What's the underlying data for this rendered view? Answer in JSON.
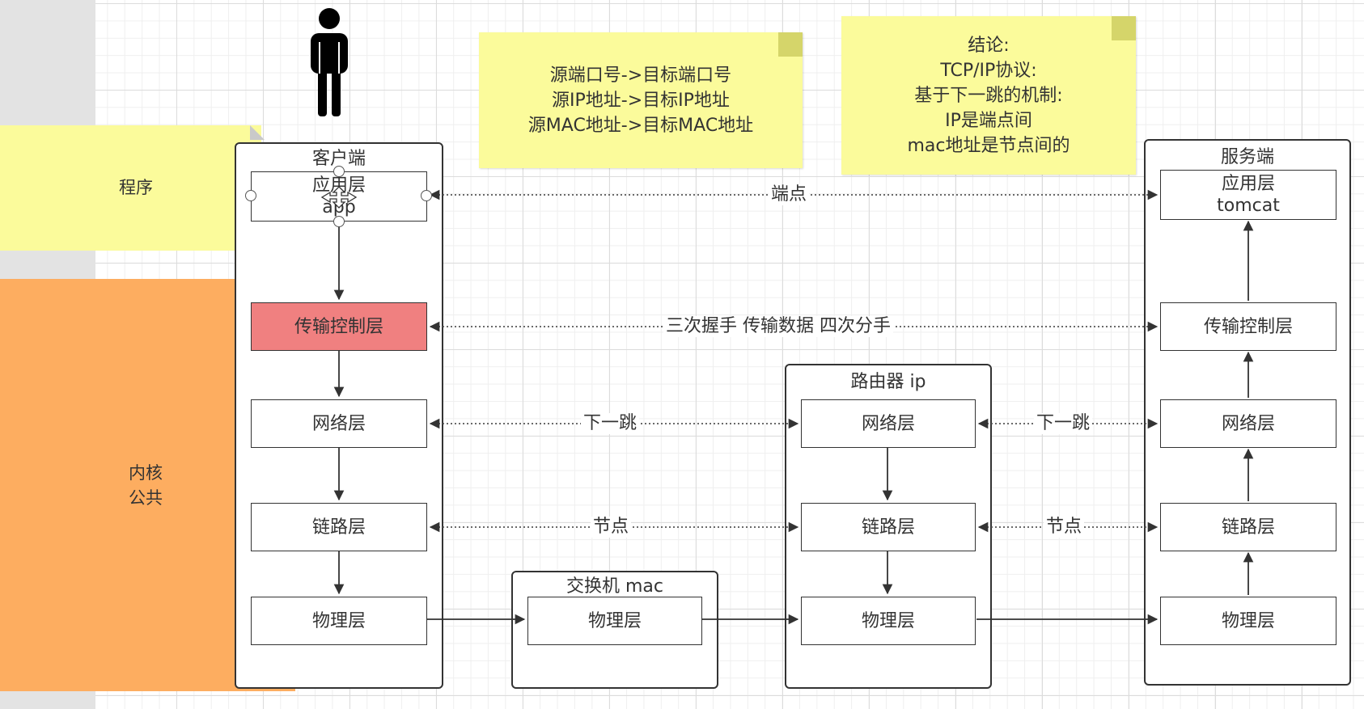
{
  "bands": {
    "program_label": "程序",
    "kernel_label": "内核\n公共"
  },
  "notes": {
    "address_mapping": "源端口号->目标端口号\n源IP地址->目标IP地址\n源MAC地址->目标MAC地址",
    "conclusion": "结论:\nTCP/IP协议:\n基于下一跳的机制:\nIP是端点间\nmac地址是节点间的"
  },
  "client": {
    "title": "客户端",
    "application": "应用层\n app",
    "transport": "传输控制层",
    "network": "网络层",
    "link": "链路层",
    "physical": "物理层"
  },
  "switch": {
    "title": "交换机  mac",
    "physical": "物理层"
  },
  "router": {
    "title": "路由器  ip",
    "network": "网络层",
    "link": "链路层",
    "physical": "物理层"
  },
  "server": {
    "title": "服务端",
    "application": "应用层\ntomcat",
    "transport": "传输控制层",
    "network": "网络层",
    "link": "链路层",
    "physical": "物理层"
  },
  "links": {
    "endpoint": "端点",
    "handshake": "三次握手 传输数据 四次分手",
    "next_hop_left": "下一跳",
    "next_hop_right": "下一跳",
    "node_left": "节点",
    "node_right": "节点"
  },
  "colors": {
    "band_yellow": "#fbfb9b",
    "band_orange": "#fdad60",
    "transport_highlight": "#f08080",
    "line": "#333333"
  }
}
